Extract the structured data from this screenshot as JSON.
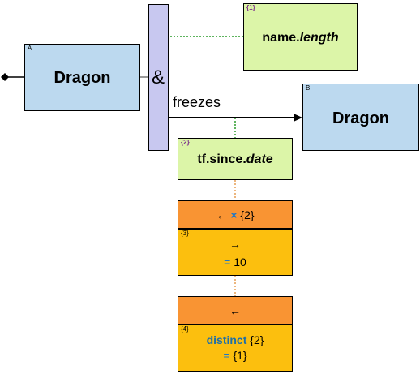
{
  "node_a": {
    "tag": "A",
    "label": "Dragon"
  },
  "node_b": {
    "tag": "B",
    "label": "Dragon"
  },
  "join": {
    "symbol": "&"
  },
  "edge": {
    "label": "freezes"
  },
  "constraint_1": {
    "tag": "{1}",
    "prefix": "name.",
    "suffix": "length"
  },
  "constraint_2": {
    "tag": "{2}",
    "prefix": "tf.since.",
    "suffix": "date"
  },
  "op_1": {
    "head_arrow": "←",
    "head_cross": "×",
    "head_ref": "{2}",
    "tag": "{3}",
    "body_arrow": "→",
    "body_eq": "=",
    "body_value": "10"
  },
  "op_2": {
    "head_arrow": "←",
    "tag": "{4}",
    "keyword": "distinct",
    "keyword_ref": "{2}",
    "body_eq": "=",
    "body_value": "{1}"
  },
  "colors": {
    "node": "#bcd9ef",
    "join_bar": "#c8c8f0",
    "constraint": "#dcf5a8",
    "op_head": "#f99433",
    "op_body": "#fcbf0e",
    "dotted_green": "#2a9b2a",
    "dotted_orange": "#e0862a",
    "accent_blue": "#1f78c8",
    "tag_purple": "#7a2d8c"
  }
}
